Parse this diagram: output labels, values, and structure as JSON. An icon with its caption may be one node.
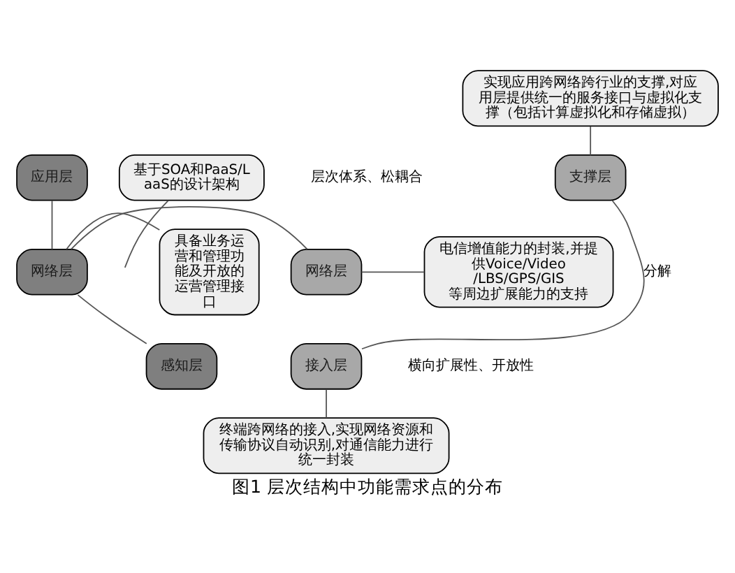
{
  "diagram": {
    "caption": "图1 层次结构中功能需求点的分布",
    "nodes": [
      {
        "text": [
          "应用层"
        ]
      },
      {
        "text": [
          "网络层"
        ]
      },
      {
        "text": [
          "感知层"
        ]
      },
      {
        "text": [
          "具备业务运营和管理功能及开放的运营管理接口"
        ]
      },
      {
        "text": [
          "基于SOA和PaaS/LaaS的设计架构"
        ]
      },
      {
        "text": [
          "支撑层"
        ]
      },
      {
        "text": [
          "网络层"
        ]
      },
      {
        "text": [
          "接入层"
        ]
      },
      {
        "text": [
          "实现应用跨网络跨行业的支撑,对应用层提供统一的服务接口与虚拟化支撑（包括计算虚拟化和存储虚拟）"
        ]
      },
      {
        "text": [
          "电信增值能力的封装,并提供Voice/Video/LBS/GPS/GIS等周边扩展能力的支持"
        ]
      },
      {
        "text": [
          "终端跨网络的接入,实现网络资源和传输协议自动识别,对通信能力进行统一封装"
        ]
      }
    ],
    "edges": [
      {
        "from": 0,
        "to": 1,
        "arrow": "none"
      },
      {
        "from": 1,
        "to": 2,
        "arrow": "none"
      },
      {
        "from": 3,
        "to": 1,
        "arrow": "none"
      },
      {
        "from": 1,
        "to": 6,
        "arrow": "none"
      },
      {
        "from": 4,
        "to": null,
        "arrow": "none"
      },
      {
        "from": 5,
        "to": 7,
        "arrow": "none",
        "label": "分解"
      },
      {
        "from": 8,
        "to": 5,
        "arrow": "none"
      },
      {
        "from": 6,
        "to": 9,
        "arrow": "none"
      },
      {
        "from": 7,
        "to": 10,
        "arrow": "none"
      }
    ],
    "labels": [
      "层次体系、松耦合",
      "横向扩展性、开放性"
    ]
  }
}
